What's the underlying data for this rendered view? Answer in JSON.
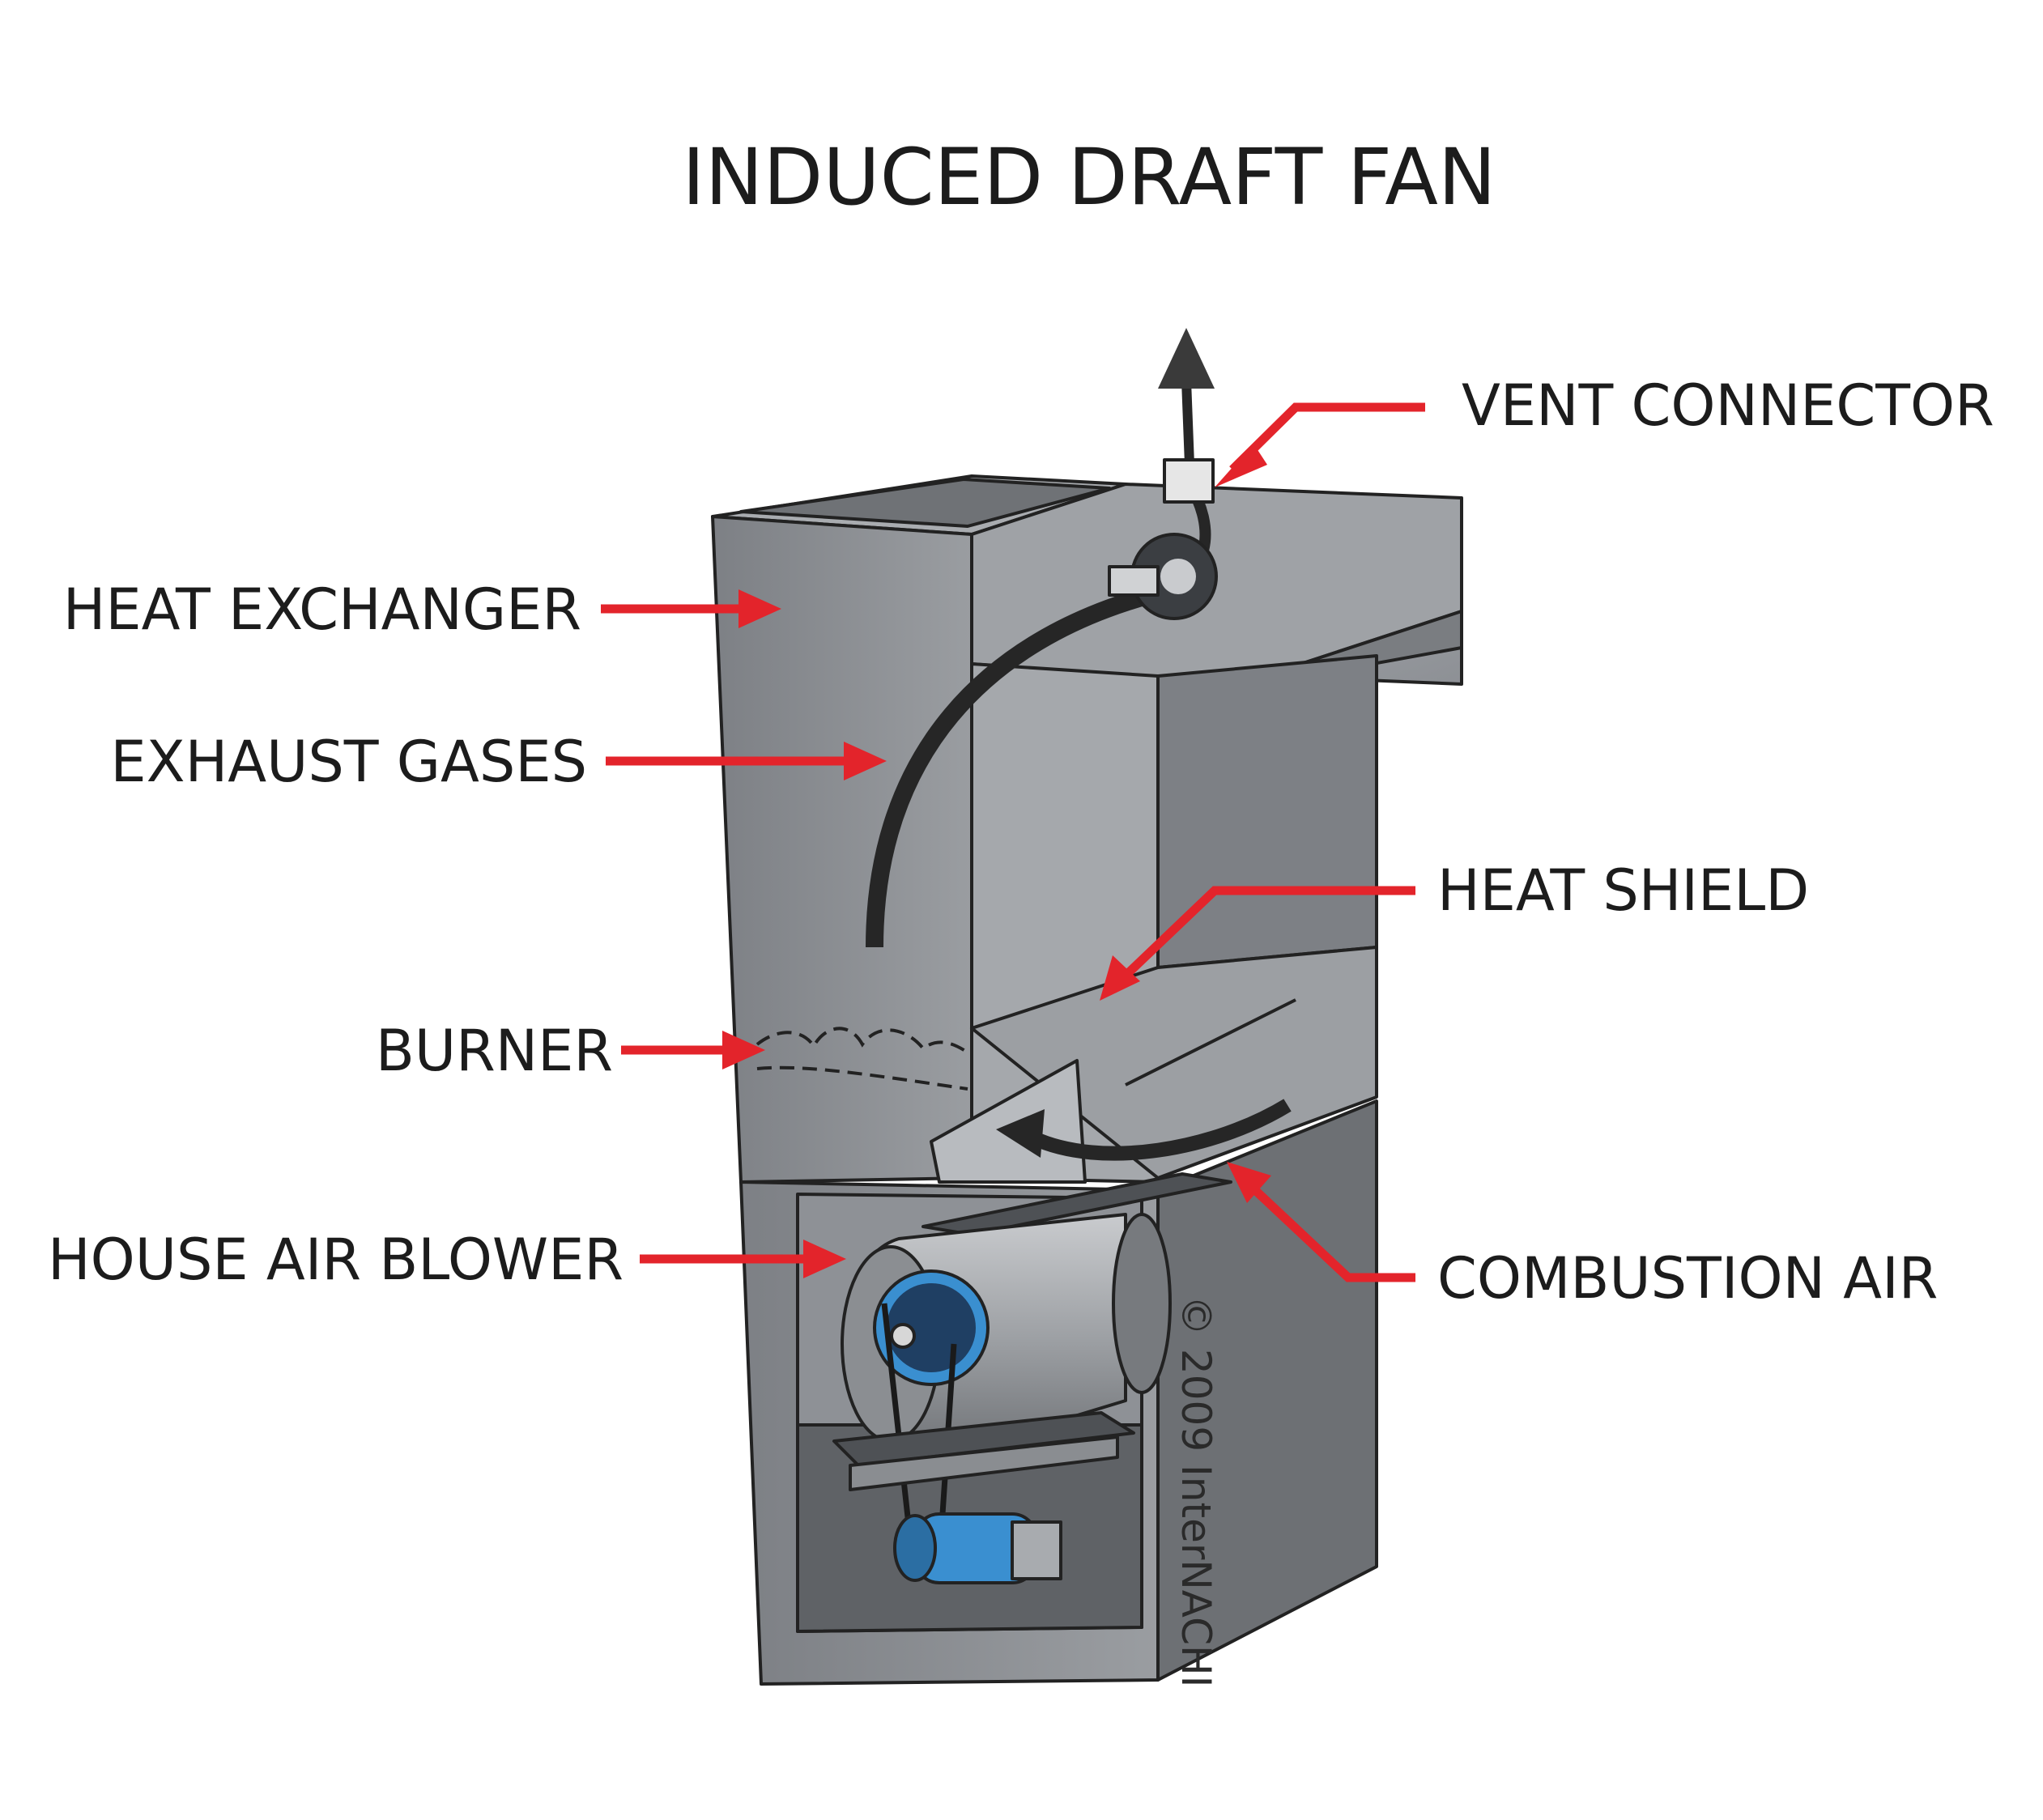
{
  "title": "INDUCED DRAFT FAN",
  "labels": {
    "vent_connector": "VENT CONNECTOR",
    "heat_exchanger": "HEAT EXCHANGER",
    "exhaust_gases": "EXHAUST GASES",
    "heat_shield": "HEAT SHIELD",
    "burner": "BURNER",
    "house_air_blower": "HOUSE AIR BLOWER",
    "combustion_air": "COMBUSTION AIR"
  },
  "copyright": "© 2009 InterNACHI",
  "colors": {
    "callout_arrow": "#e3242b",
    "cabinet": "#8a8d91",
    "blower_motor": "#3a8fd0"
  }
}
